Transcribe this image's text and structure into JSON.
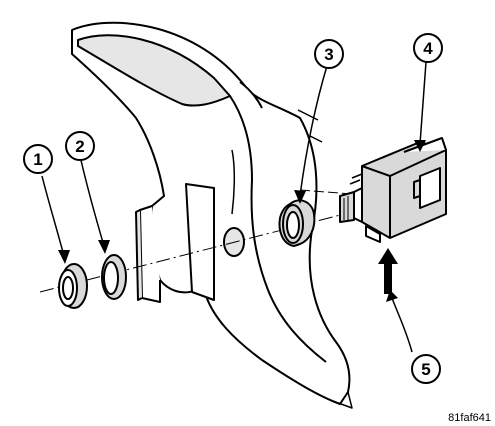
{
  "figure_code": "81faf641",
  "callouts": [
    {
      "label": "1",
      "part": "grommet-outer"
    },
    {
      "label": "2",
      "part": "grommet-ring"
    },
    {
      "label": "3",
      "part": "grommet-body-side"
    },
    {
      "label": "4",
      "part": "actuator-switch"
    },
    {
      "label": "5",
      "part": "release-tab-push-direction"
    }
  ],
  "colors": {
    "line": "#000000",
    "part_shade": "#d9d9d9",
    "panel_shade": "#e6e6e6",
    "background": "#ffffff"
  }
}
